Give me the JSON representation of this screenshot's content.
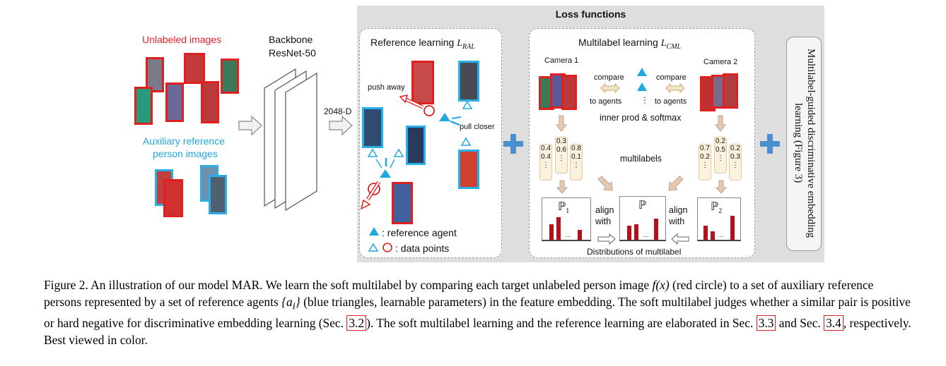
{
  "left": {
    "unlabeled_label": "Unlabeled images",
    "aux_label_line1": "Auxiliary reference",
    "aux_label_line2": "person images",
    "backbone_line1": "Backbone",
    "backbone_line2": "ResNet-50",
    "feature_dim": "2048-D"
  },
  "loss": {
    "title": "Loss functions",
    "ref_title": "Reference learning",
    "ref_symbol": "L",
    "ref_sub": "RAL",
    "push_away": "push away",
    "pull_closer": "pull closer",
    "legend_agent": ": reference agent",
    "legend_points": ": data points",
    "ml_title": "Multilabel learning",
    "ml_symbol": "L",
    "ml_sub": "CML",
    "camera1": "Camera 1",
    "camera2": "Camera 2",
    "compare_left": "compare",
    "to_agents_left": "to agents",
    "compare_right": "compare",
    "to_agents_right": "to agents",
    "inner_prod": "inner prod & softmax",
    "multilabels": "multilabels",
    "stack_left": [
      "0.4\n0.4\n⋮",
      "0.3\n0.6\n⋮",
      "0.8\n0.1\n⋮"
    ],
    "stack_right": [
      "0.7\n0.2\n⋮",
      "0.2\n0.5\n⋮",
      "0.2\n0.3\n⋮"
    ],
    "p1": "ℙ",
    "p1_sub": "1",
    "p": "ℙ",
    "p2": "ℙ",
    "p2_sub": "2",
    "align_with": "align\nwith",
    "distributions": "Distributions of multilabel",
    "side_label": "Multilabel-guided discriminative embedding learning (Figure 3)"
  },
  "caption": {
    "p1": "Figure 2. An illustration of our model MAR. We learn the soft multilabel by comparing each target unlabeled person image ",
    "fx": "f(x)",
    "p2": " (red circle) to a set of auxiliary reference persons represented by a set of reference agents ",
    "ai": "{a",
    "ai_sub": "i",
    "ai_end": "}",
    "p3": " (blue triangles, learnable parameters) in the feature embedding. The soft multilabel judges whether a similar pair is positive or hard negative for discriminative embedding learning (Sec. ",
    "ref1": "3.2",
    "p4": "). The soft multilabel learning and the reference learning are elaborated in Sec. ",
    "ref2": "3.3",
    "p5": " and Sec. ",
    "ref3": "3.4",
    "p6": ", respectively. Best viewed in color."
  },
  "colors": {
    "red": "#e8222a",
    "cyan": "#21a8e0",
    "panel": "#dedede",
    "bar": "#b8101a",
    "plus": "#4a8fd0"
  }
}
